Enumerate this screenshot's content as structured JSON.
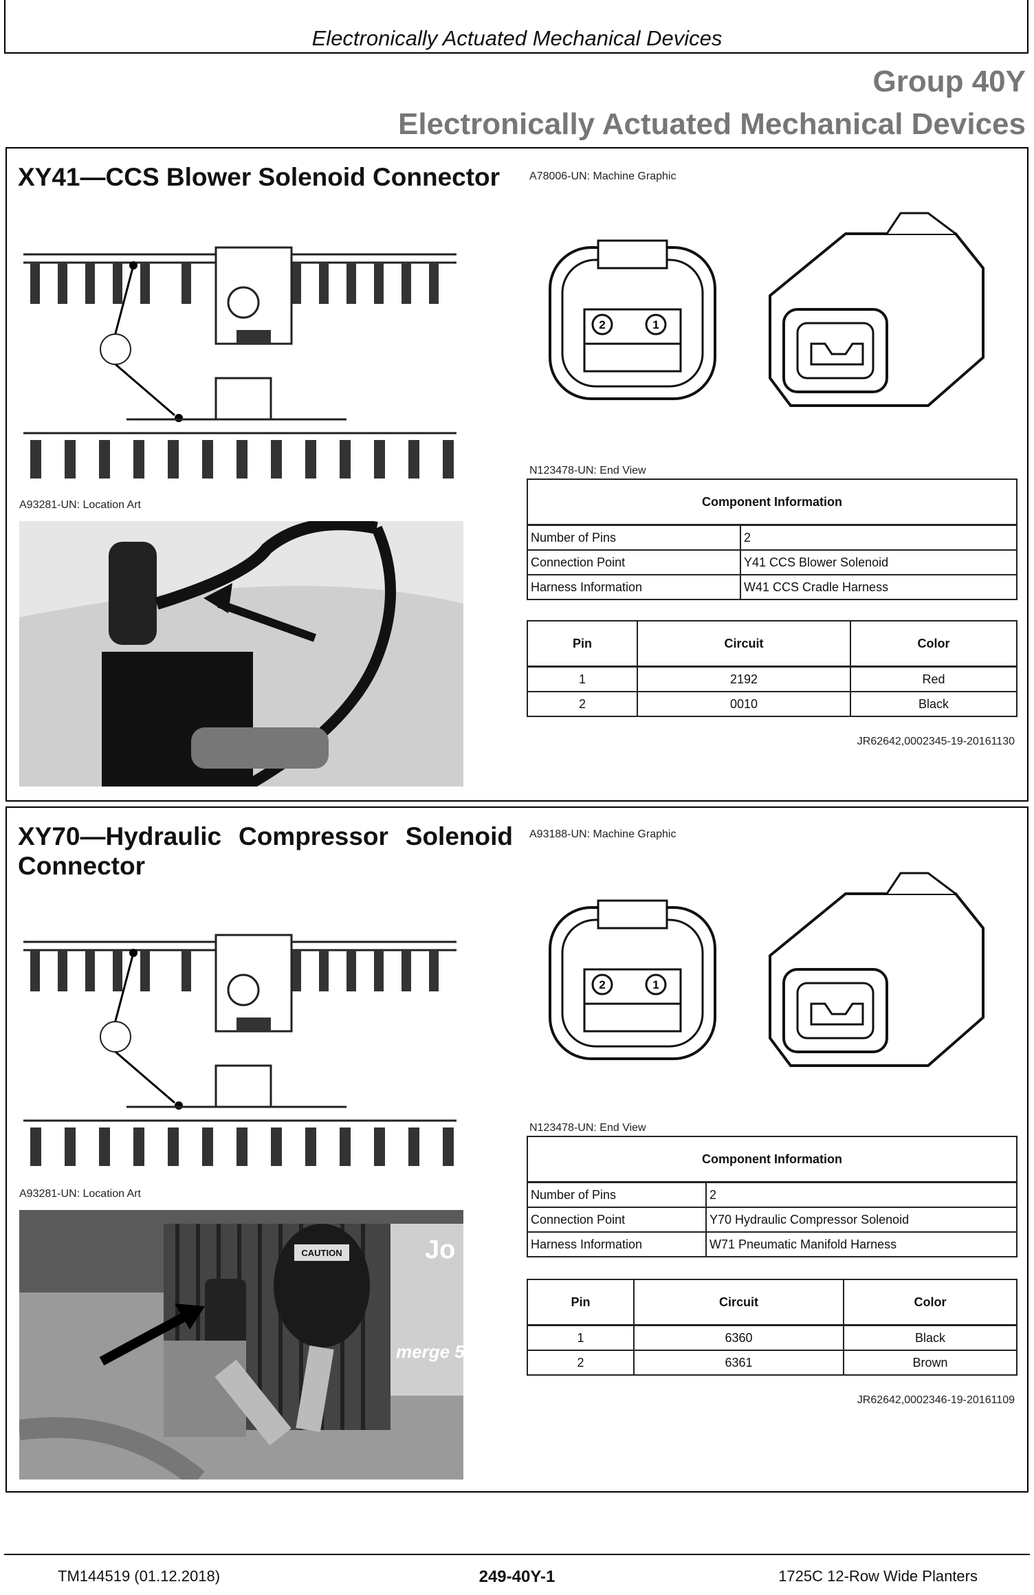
{
  "header": {
    "title": "Electronically Actuated Mechanical Devices",
    "group_label": "Group 40Y",
    "group_title": "Electronically Actuated Mechanical Devices"
  },
  "sections": [
    {
      "title_line1": "XY41—CCS Blower Solenoid Connector",
      "title_line2": "",
      "location_caption": "A93281-UN: Location Art",
      "machine_caption": "A78006-UN: Machine Graphic",
      "end_view_caption": "N123478-UN: End View",
      "info_header": "Component Information",
      "info_rows": [
        {
          "label": "Number of Pins",
          "value": "2"
        },
        {
          "label": "Connection Point",
          "value": "Y41 CCS Blower Solenoid"
        },
        {
          "label": "Harness Information",
          "value": "W41 CCS Cradle Harness"
        }
      ],
      "pin_headers": {
        "pin": "Pin",
        "circuit": "Circuit",
        "color": "Color"
      },
      "pins": [
        {
          "pin": "1",
          "circuit": "2192",
          "color": "Red"
        },
        {
          "pin": "2",
          "circuit": "0010",
          "color": "Black"
        }
      ],
      "reference": "JR62642,0002345-19-20161130",
      "pin_labels": [
        "2",
        "1"
      ]
    },
    {
      "title_line1": "XY70—Hydraulic Compressor Solenoid",
      "title_line2": "Connector",
      "location_caption": "A93281-UN: Location Art",
      "machine_caption": "A93188-UN: Machine Graphic",
      "end_view_caption": "N123478-UN: End View",
      "info_header": "Component Information",
      "info_rows": [
        {
          "label": "Number of Pins",
          "value": "2"
        },
        {
          "label": "Connection Point",
          "value": "Y70 Hydraulic Compressor Solenoid"
        },
        {
          "label": "Harness Information",
          "value": "W71 Pneumatic Manifold Harness"
        }
      ],
      "pin_headers": {
        "pin": "Pin",
        "circuit": "Circuit",
        "color": "Color"
      },
      "pins": [
        {
          "pin": "1",
          "circuit": "6360",
          "color": "Black"
        },
        {
          "pin": "2",
          "circuit": "6361",
          "color": "Brown"
        }
      ],
      "reference": "JR62642,0002346-19-20161109",
      "pin_labels": [
        "2",
        "1"
      ],
      "photo_text": [
        "CAUTION",
        "Jo",
        "merge 5"
      ]
    }
  ],
  "footer": {
    "doc_id": "TM144519 (01.12.2018)",
    "page": "249-40Y-1",
    "product": "1725C 12-Row Wide Planters"
  }
}
